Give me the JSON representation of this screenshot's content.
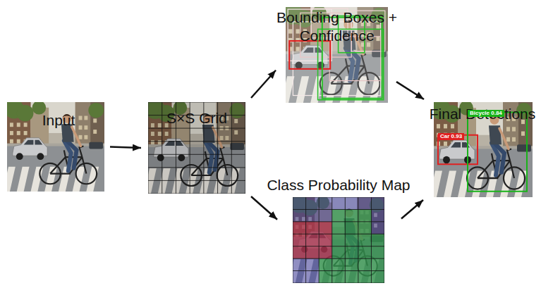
{
  "diagram": {
    "nodes": [
      {
        "text": [
          "Input"
        ]
      },
      {
        "text": [
          "S×S Grid"
        ]
      },
      {
        "text": [
          "Bounding Boxes + Confidence"
        ]
      },
      {
        "text": [
          "Class Probability Map"
        ]
      },
      {
        "text": [
          "Final Detections"
        ]
      }
    ],
    "edges": [
      {
        "from": 0,
        "to": 1,
        "arrow": "to"
      },
      {
        "from": 1,
        "to": 2,
        "arrow": "to"
      },
      {
        "from": 1,
        "to": 3,
        "arrow": "to"
      },
      {
        "from": 2,
        "to": 4,
        "arrow": "to"
      },
      {
        "from": 3,
        "to": 4,
        "arrow": "to"
      }
    ],
    "labels": [
      "Car 0.93",
      "Bicycle 0.84"
    ]
  }
}
